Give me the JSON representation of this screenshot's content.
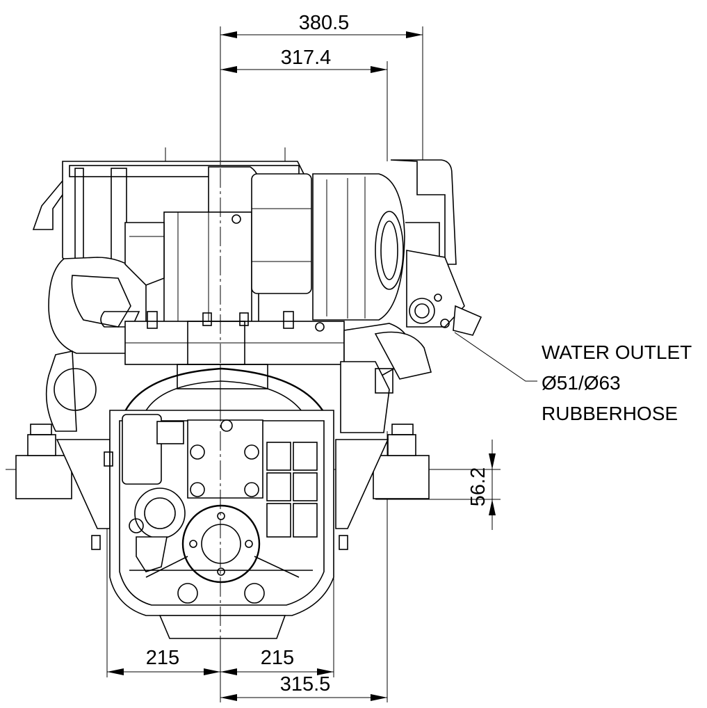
{
  "dimensions": {
    "top_overall": "380.5",
    "top_inner": "317.4",
    "bottom_left": "215",
    "bottom_right": "215",
    "bottom_overall": "315.5",
    "side_offset": "56.2"
  },
  "callout": {
    "line1": "WATER OUTLET",
    "line2": "Ø51/Ø63",
    "line3": "RUBBERHOSE"
  }
}
